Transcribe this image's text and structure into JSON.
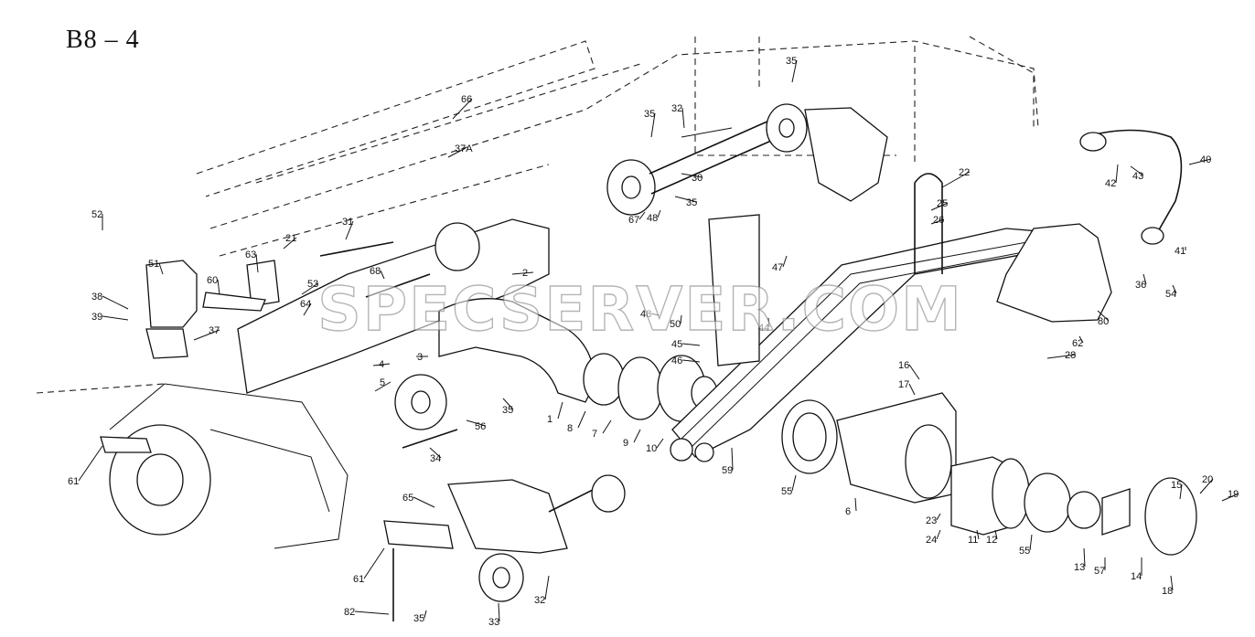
{
  "title": "B8 – 4",
  "watermark": "SPECSERVER.COM",
  "labels": [
    "66",
    "37A",
    "35",
    "32",
    "35",
    "30",
    "35",
    "48",
    "67",
    "52",
    "31",
    "51",
    "21",
    "63",
    "60",
    "68",
    "53",
    "38",
    "64",
    "39",
    "37",
    "2",
    "4",
    "5",
    "3",
    "35",
    "56",
    "34",
    "1",
    "8",
    "7",
    "9",
    "10",
    "61",
    "65",
    "61",
    "82",
    "35",
    "33",
    "32",
    "22",
    "25",
    "26",
    "47",
    "50",
    "44",
    "48",
    "45",
    "46",
    "59",
    "40",
    "42",
    "43",
    "41",
    "36",
    "54",
    "80",
    "62",
    "28",
    "16",
    "17",
    "55",
    "6",
    "23",
    "24",
    "11",
    "12",
    "55",
    "13",
    "57",
    "14",
    "18",
    "15",
    "20",
    "19"
  ]
}
